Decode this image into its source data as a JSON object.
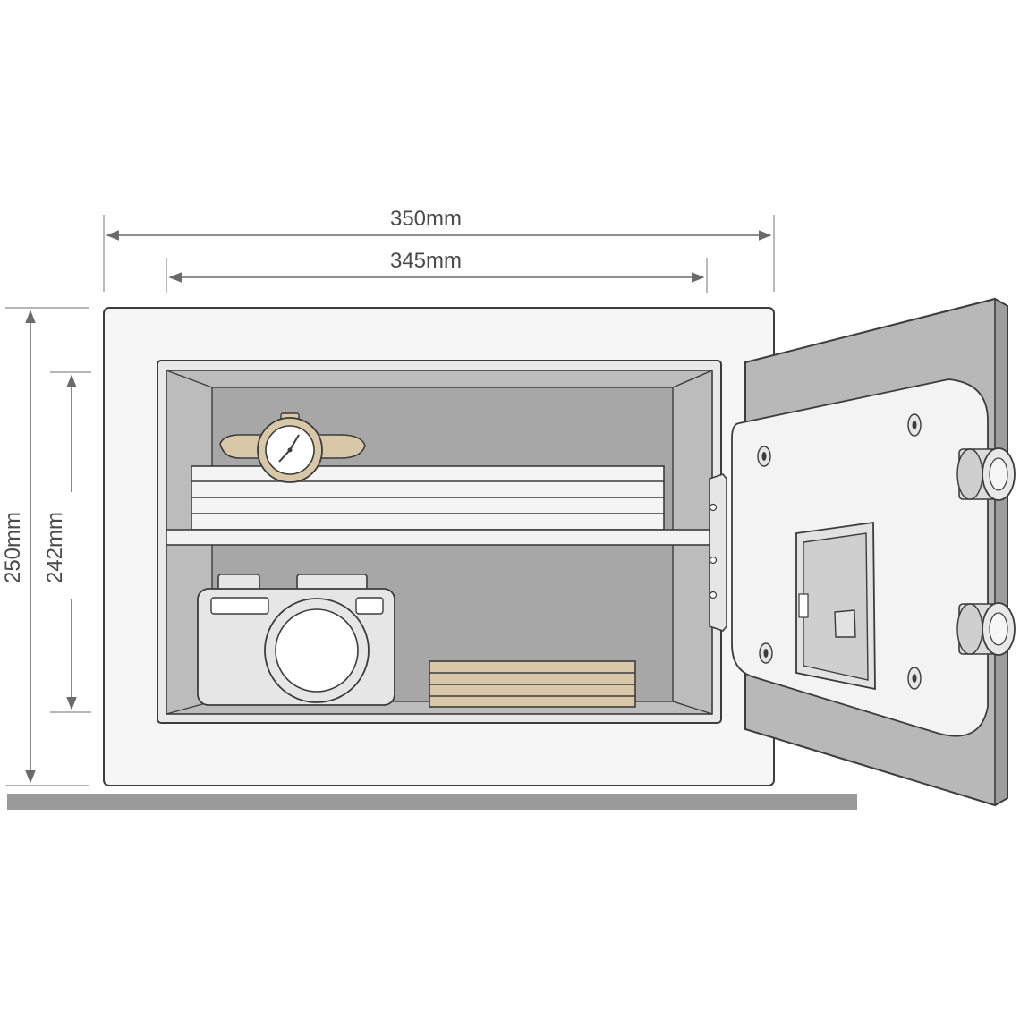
{
  "dimensions": {
    "outer_width": "350mm",
    "inner_width": "345mm",
    "outer_height": "250mm",
    "inner_height": "242mm"
  },
  "colors": {
    "body": "#f6f6f6",
    "interior": "#a7a7a7",
    "interior_shade": "#bcbcbc",
    "door_face": "#b8b8b8",
    "floor": "#9a9a9a",
    "tan": "#d8c8a8",
    "outline": "#3c3c3c"
  },
  "items": {
    "shelf_contents": [
      "watch-icon",
      "stacked-papers"
    ],
    "floor_contents": [
      "camera-icon",
      "stacked-envelopes"
    ],
    "door_parts": [
      "keypad-panel",
      "locking-bolts",
      "hinge"
    ]
  }
}
